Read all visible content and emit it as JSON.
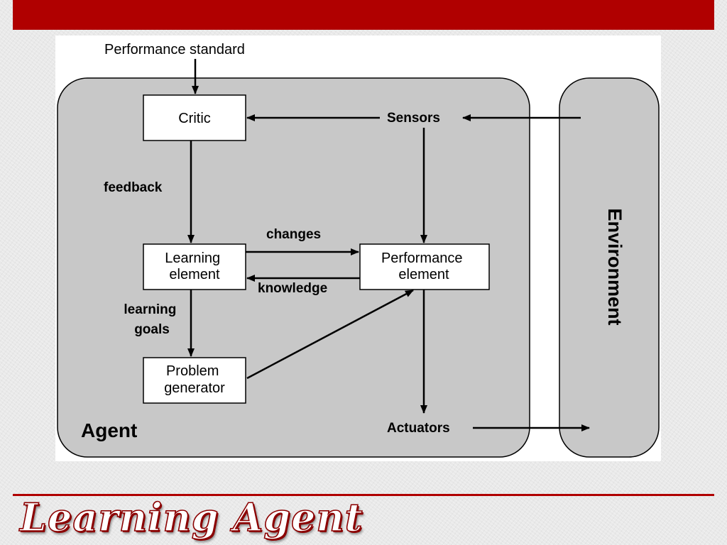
{
  "slide": {
    "title": "Learning Agent",
    "accent_color": "#b00000",
    "title_outline_color": "#8b0000",
    "title_fill_color": "#ffffff"
  },
  "diagram": {
    "region_fill": "#c8c8c8",
    "box_fill": "#ffffff",
    "line_color": "#000000",
    "performance_standard": "Performance standard",
    "agent_label": "Agent",
    "environment_label": "Environment",
    "boxes": {
      "critic": [
        "Critic"
      ],
      "learning_element": [
        "Learning",
        "element"
      ],
      "performance_element": [
        "Performance",
        "element"
      ],
      "problem_generator": [
        "Problem",
        "generator"
      ]
    },
    "labels": {
      "sensors": "Sensors",
      "actuators": "Actuators",
      "feedback": "feedback",
      "changes": "changes",
      "knowledge": "knowledge",
      "learning_goals": [
        "learning",
        "goals"
      ]
    }
  }
}
